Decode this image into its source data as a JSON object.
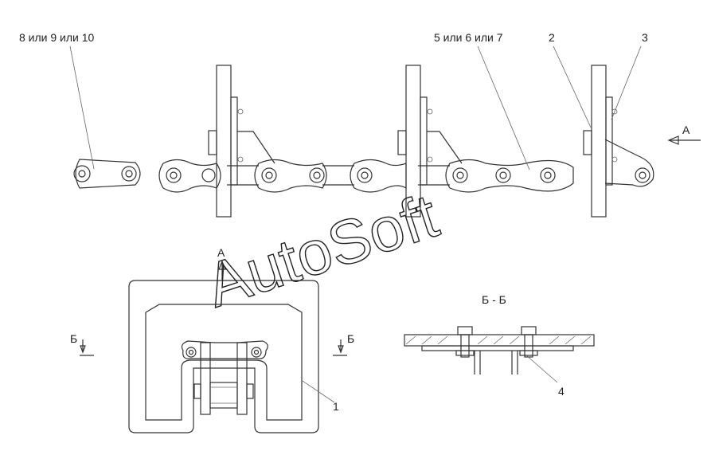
{
  "labels": {
    "callout_8_9_10": "8 или 9 или 10",
    "callout_5_6_7": "5 или 6 или 7",
    "callout_2": "2",
    "callout_3": "3",
    "view_a_right": "А",
    "view_a_arrow": "А",
    "section_b_left": "Б",
    "section_b_right": "Б",
    "section_title": "Б - Б",
    "callout_1": "1",
    "callout_4": "4"
  },
  "watermark": "AutoSoft"
}
